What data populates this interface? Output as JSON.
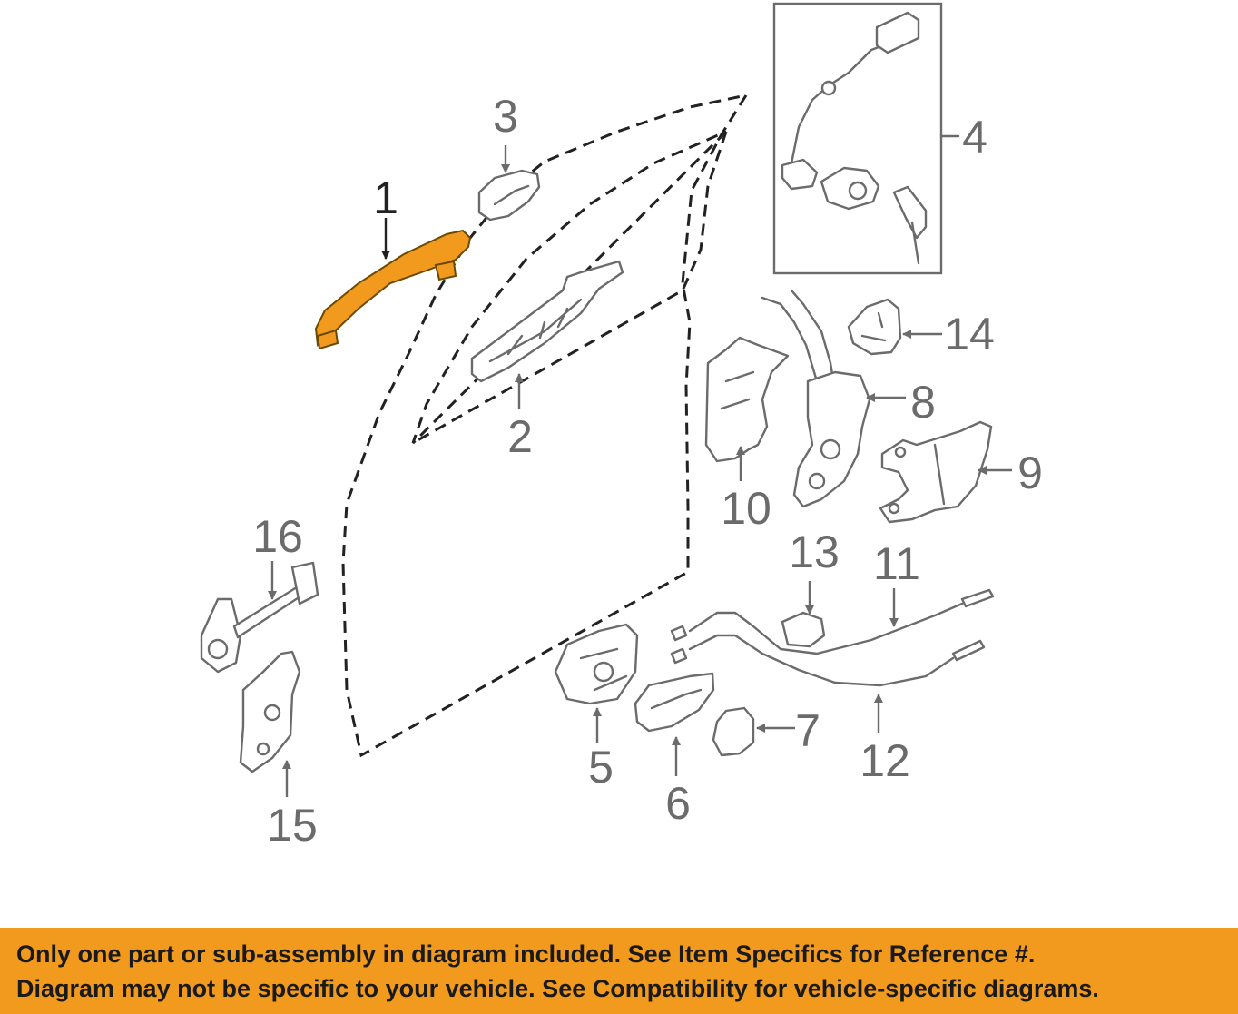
{
  "diagram": {
    "callouts": [
      "1",
      "2",
      "3",
      "4",
      "5",
      "6",
      "7",
      "8",
      "9",
      "10",
      "11",
      "12",
      "13",
      "14",
      "15",
      "16"
    ],
    "highlight_color": "#f29a1d",
    "highlighted_part": "1"
  },
  "banner": {
    "line1": "Only one part or sub-assembly in diagram included. See Item Specifics for Reference #.",
    "line2": "Diagram may not be specific to your vehicle. See Compatibility for vehicle-specific diagrams.",
    "color": "#f29a1d"
  }
}
